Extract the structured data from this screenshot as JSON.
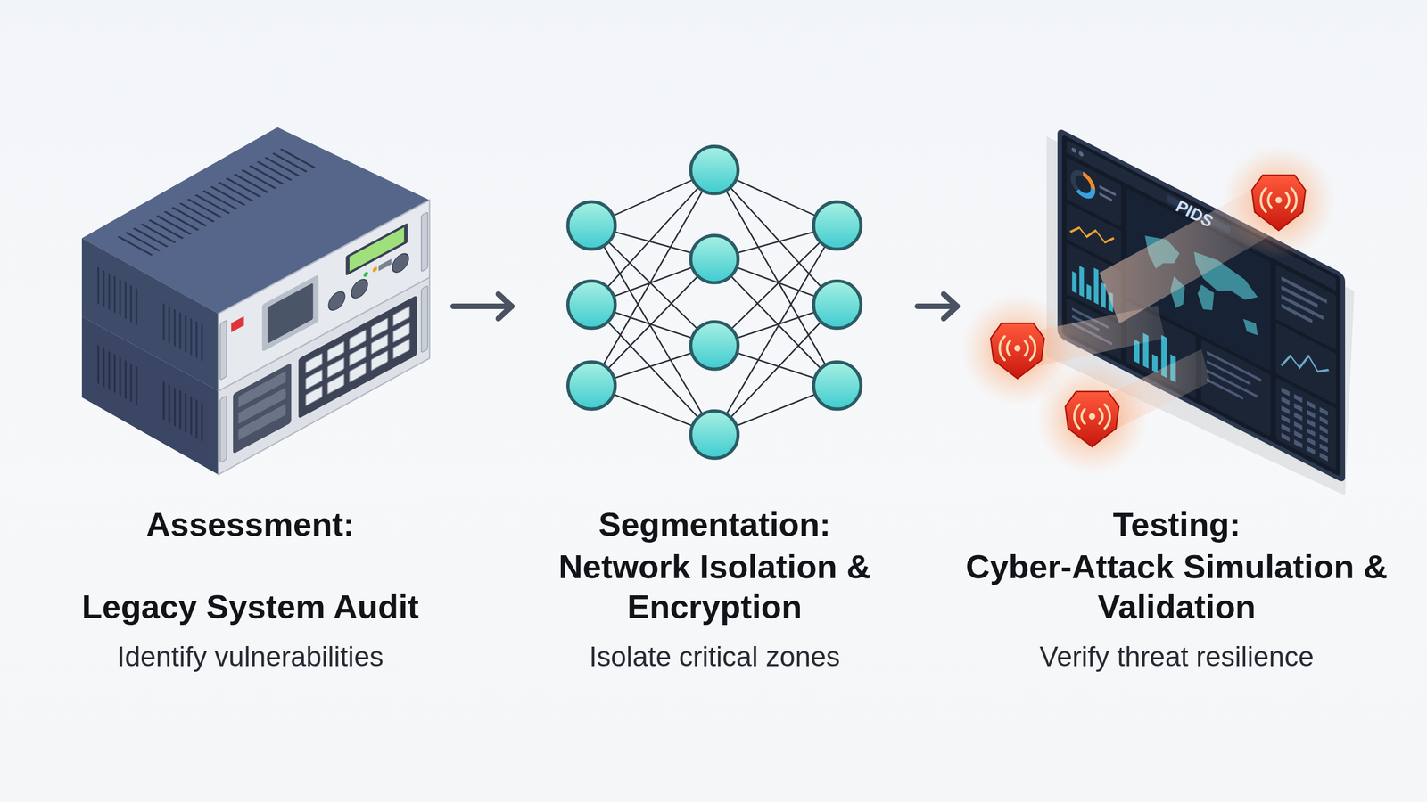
{
  "diagram": {
    "nodes": [
      {
        "text": [
          "Assessment:",
          "Legacy System Audit",
          "Identify vulnerabilities"
        ]
      },
      {
        "text": [
          "Segmentation:",
          "Network Isolation & Encryption",
          "Isolate critical zones"
        ]
      },
      {
        "text": [
          "Testing:",
          "Cyber-Attack Simulation & Validation",
          "Verify threat resilience"
        ]
      }
    ],
    "edges": [
      {
        "from": 0,
        "to": 1,
        "arrow": "to"
      },
      {
        "from": 1,
        "to": 2,
        "arrow": "to"
      }
    ],
    "labels": [
      "PIDS"
    ]
  }
}
